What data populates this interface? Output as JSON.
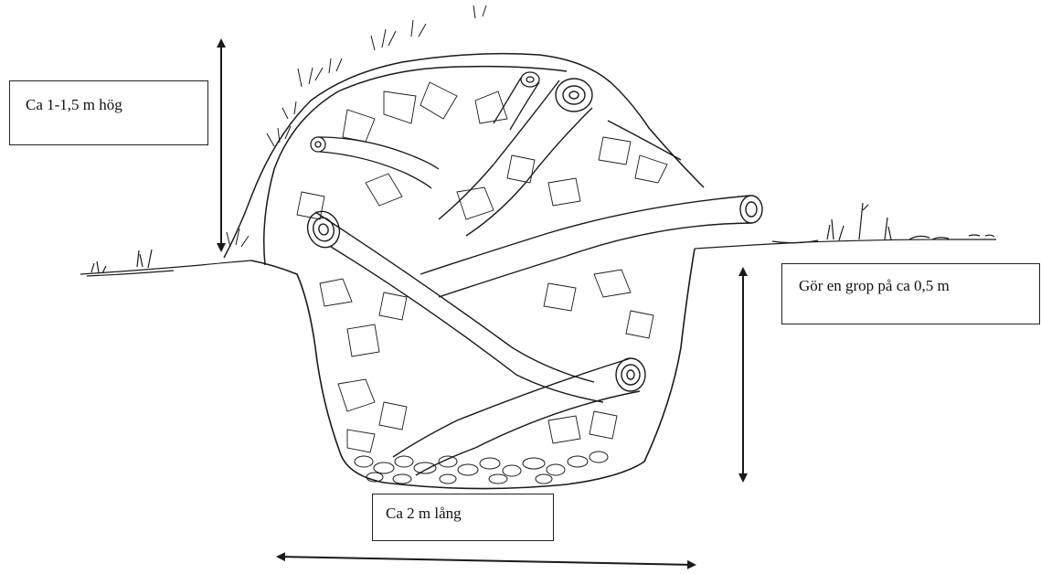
{
  "labels": {
    "height": "Ca 1-1,5 m hög",
    "depth": "Gör en grop på ca 0,5 m",
    "length": "Ca 2 m lång"
  },
  "colors": {
    "ink": "#1a1a1a",
    "paper": "#ffffff"
  }
}
